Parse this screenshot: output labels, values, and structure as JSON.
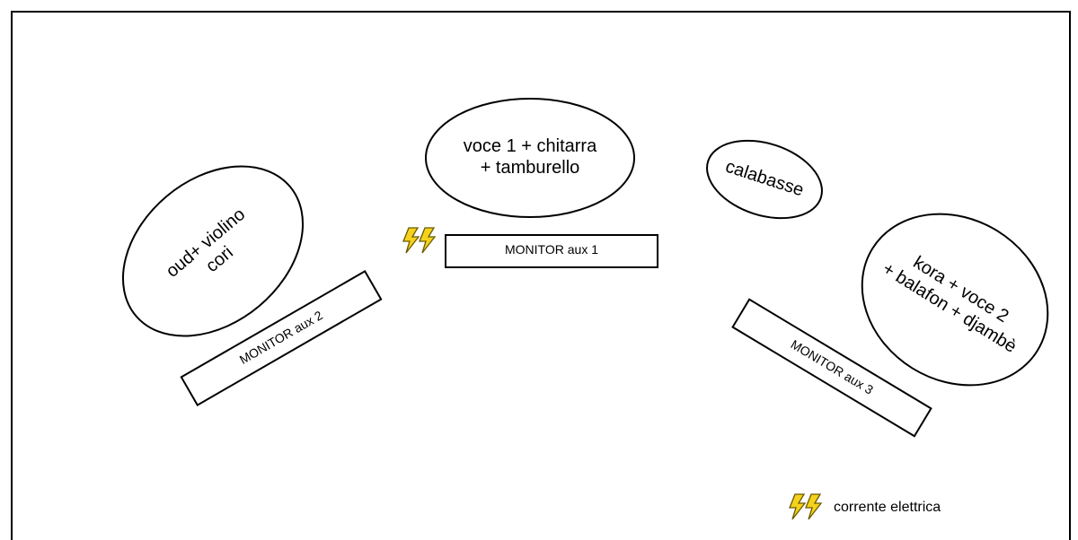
{
  "stage_elements": {
    "voce1": {
      "label": "voce 1 + chitarra\n+ tamburello"
    },
    "calabasse": {
      "label": "calabasse"
    },
    "oud": {
      "label": "oud+ violino\ncori"
    },
    "kora": {
      "label": "kora + voce 2\n+ balafon + djambè"
    },
    "monitor1": {
      "label": "MONITOR  aux 1"
    },
    "monitor2": {
      "label": "MONITOR  aux 2"
    },
    "monitor3": {
      "label": "MONITOR  aux 3"
    }
  },
  "icons": {
    "power": {
      "name": "lightning-icon",
      "fill": "#f5d21c",
      "stroke": "#6b5a00"
    }
  },
  "legend": {
    "label": "corrente elettrica"
  }
}
